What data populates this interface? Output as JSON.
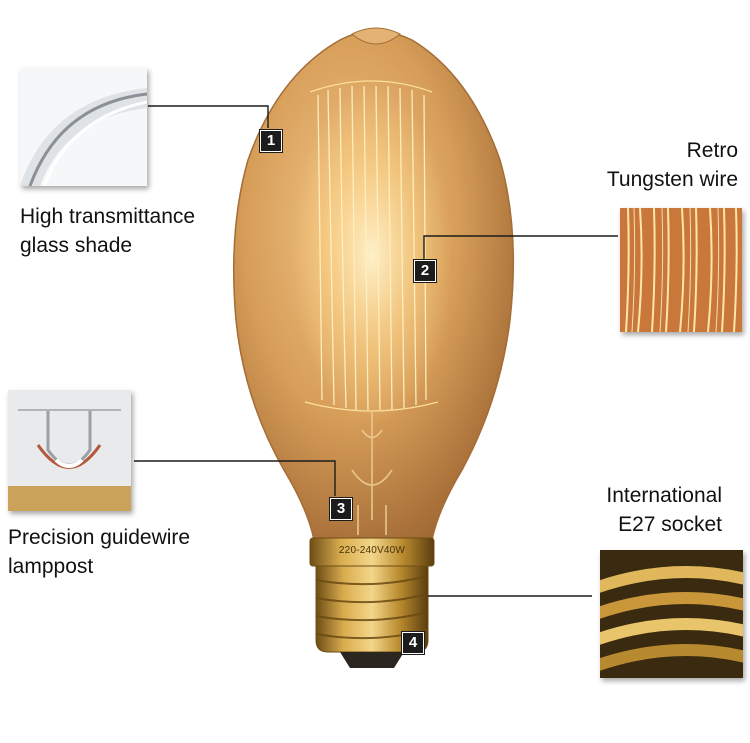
{
  "features": [
    {
      "number": "1",
      "lines": [
        "High transmittance",
        "glass shade"
      ]
    },
    {
      "number": "2",
      "lines": [
        "Retro",
        "Tungsten wire"
      ]
    },
    {
      "number": "3",
      "lines": [
        "Precision guidewire",
        "lamppost"
      ]
    },
    {
      "number": "4",
      "lines": [
        "International",
        "E27 socket"
      ]
    }
  ],
  "bulb": {
    "socket_marking": "220-240V40W"
  },
  "colors": {
    "glass": "#c98f4d",
    "filament": "#ffe7a8",
    "brass": "#c99a3a",
    "badge": "#1c1c1c",
    "text": "#111111"
  }
}
